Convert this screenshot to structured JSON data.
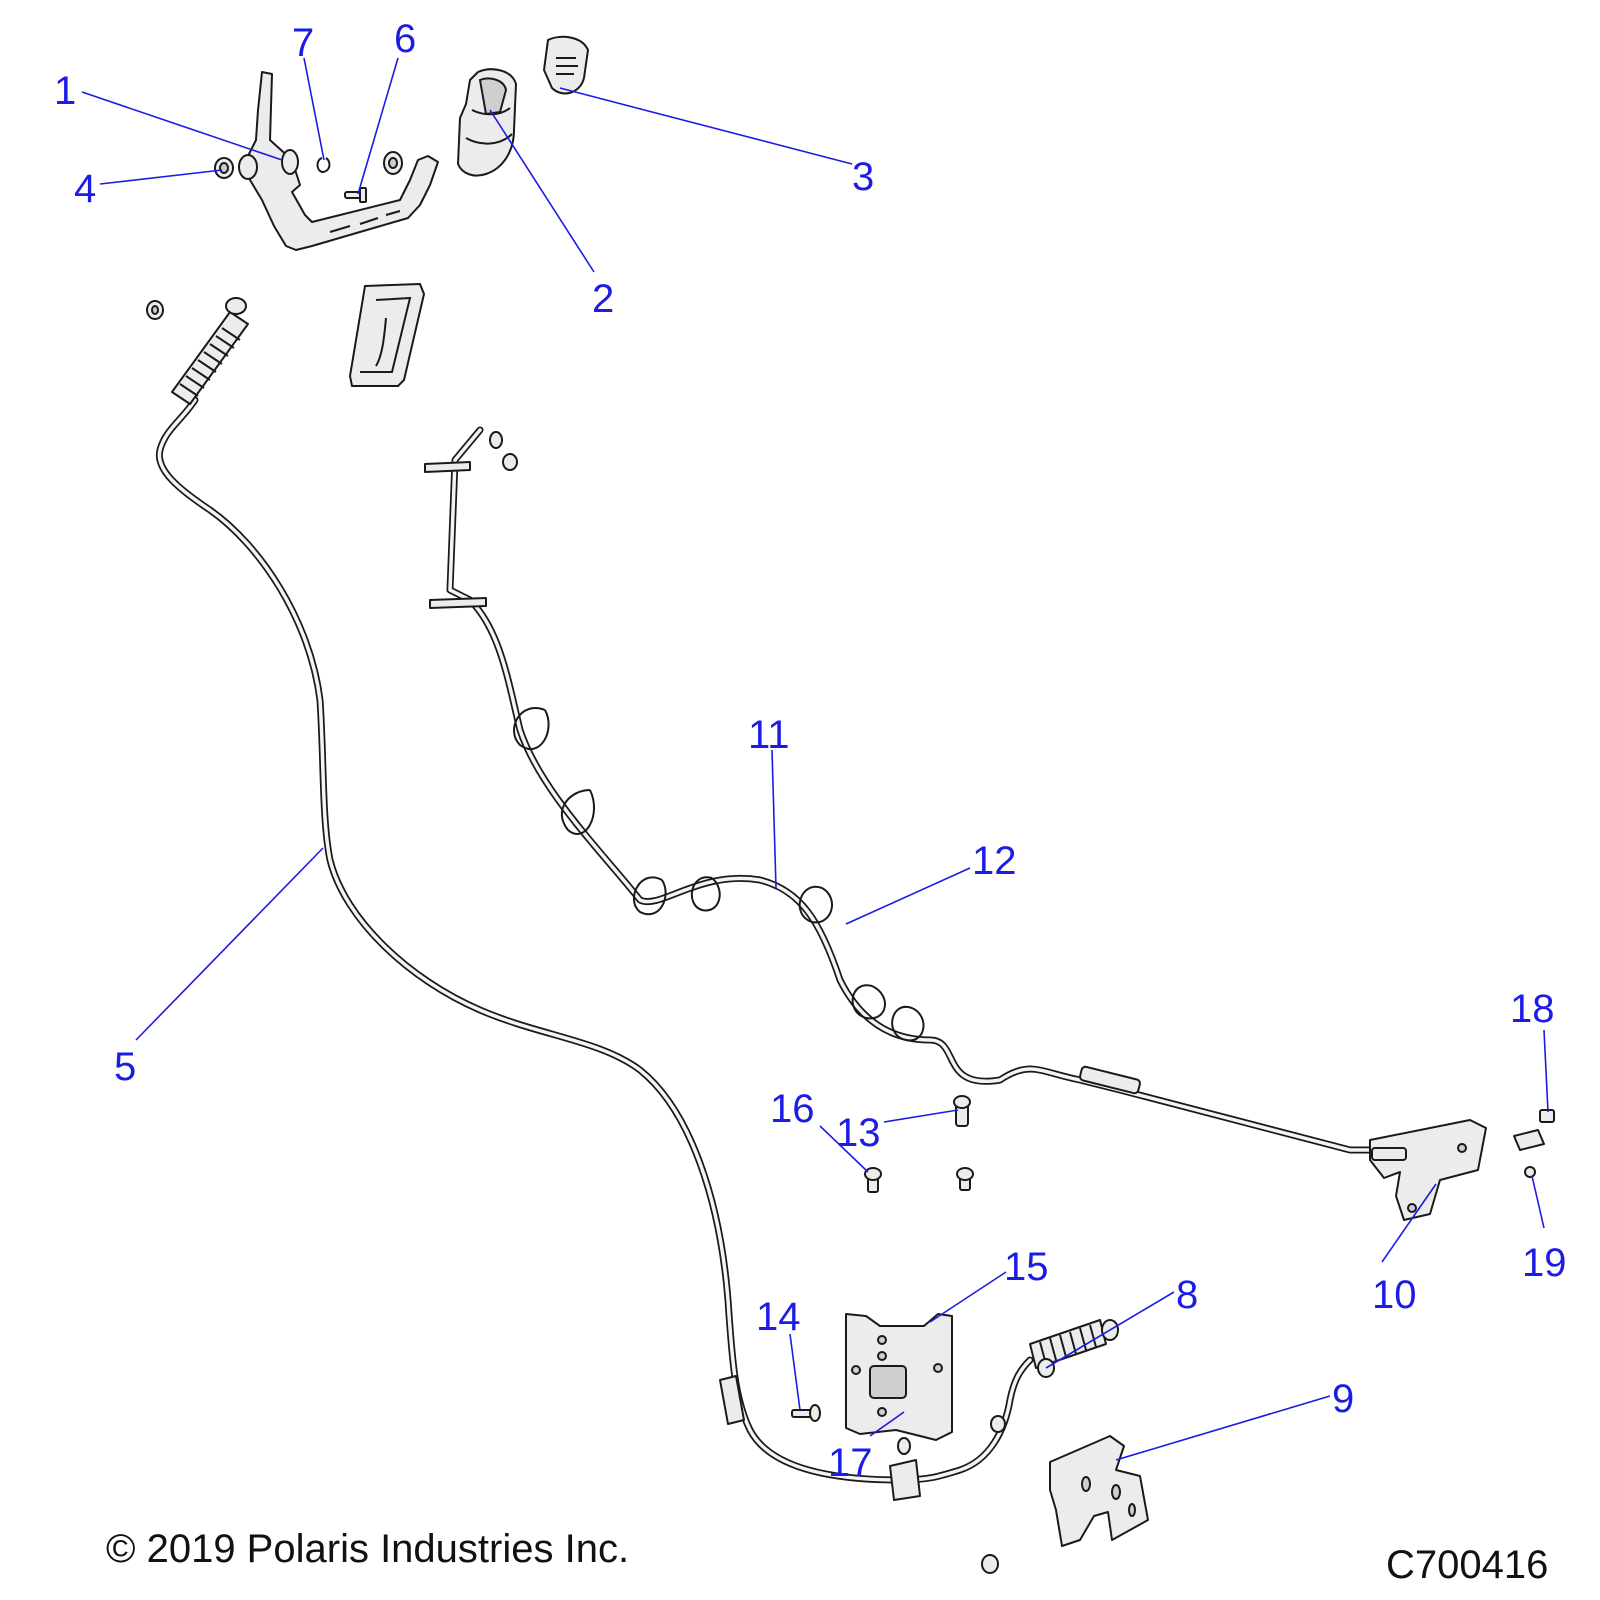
{
  "callouts": [
    {
      "id": "1",
      "label": "1"
    },
    {
      "id": "2",
      "label": "2"
    },
    {
      "id": "3",
      "label": "3"
    },
    {
      "id": "4",
      "label": "4"
    },
    {
      "id": "5",
      "label": "5"
    },
    {
      "id": "6",
      "label": "6"
    },
    {
      "id": "7",
      "label": "7"
    },
    {
      "id": "8",
      "label": "8"
    },
    {
      "id": "9",
      "label": "9"
    },
    {
      "id": "10",
      "label": "10"
    },
    {
      "id": "11",
      "label": "11"
    },
    {
      "id": "12",
      "label": "12"
    },
    {
      "id": "13",
      "label": "13"
    },
    {
      "id": "14",
      "label": "14"
    },
    {
      "id": "15",
      "label": "15"
    },
    {
      "id": "16",
      "label": "16"
    },
    {
      "id": "17",
      "label": "17"
    },
    {
      "id": "18",
      "label": "18"
    },
    {
      "id": "19",
      "label": "19"
    }
  ],
  "footer": {
    "copyright": "© 2019 Polaris Industries Inc.",
    "drawing_number": "C700416"
  },
  "colors": {
    "callout": "#1c1ce6",
    "linework": "#1a1a1a",
    "part_fill": "#ececec"
  }
}
